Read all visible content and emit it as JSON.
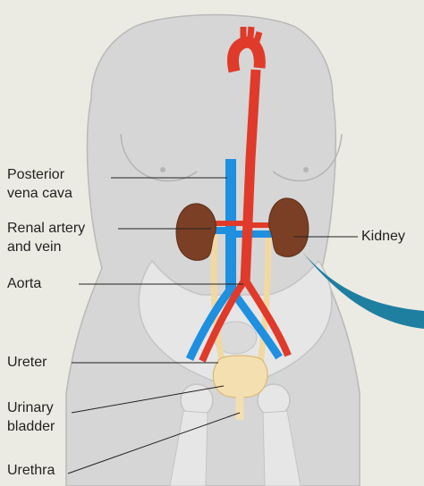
{
  "labels": {
    "posterior_vena_cava": [
      "Posterior",
      "vena cava"
    ],
    "renal_artery_vein": [
      "Renal artery",
      "and vein"
    ],
    "aorta": "Aorta",
    "ureter": "Ureter",
    "urinary_bladder": [
      "Urinary",
      "bladder"
    ],
    "urethra": "Urethra",
    "kidney": "Kidney"
  },
  "colors": {
    "background": "#ecebe3",
    "body": "#d6d6d6",
    "bone": "#e6e6e6",
    "artery": "#e03a2a",
    "vein": "#1f8fe0",
    "kidney": "#7a3f24",
    "ureter": "#f1d9a4",
    "bladder": "#f3dfb0",
    "pointer": "#1f7fa1"
  }
}
